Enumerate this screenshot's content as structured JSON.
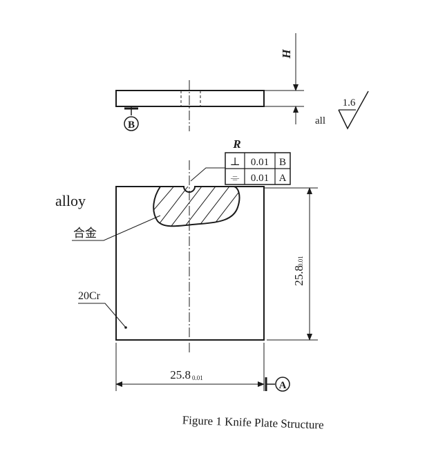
{
  "labels": {
    "height": "H",
    "finish_value": "1.6",
    "finish_scope": "all",
    "datum_b": "B",
    "datum_a": "A",
    "radius": "R",
    "material_alloy_en": "alloy",
    "material_alloy_zh": "合金",
    "material_body": "20Cr",
    "dim_vertical": "25.8",
    "dim_vertical_tol": "0.01",
    "dim_horizontal": "25.8",
    "dim_horizontal_tol": "0.01"
  },
  "tolerance_frame": [
    {
      "symbol": "⊥",
      "value": "0.01",
      "datum": "B"
    },
    {
      "symbol": "⌯",
      "value": "0.01",
      "datum": "A"
    }
  ],
  "caption": "Figure 1 Knife Plate Structure"
}
